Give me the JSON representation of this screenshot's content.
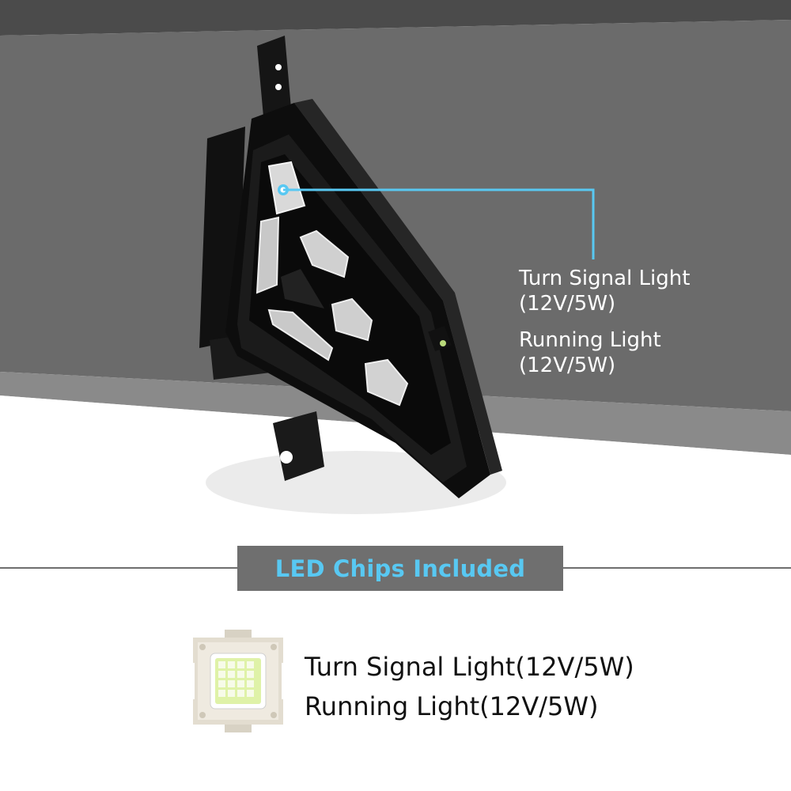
{
  "callout": {
    "line1": "Turn Signal Light",
    "line2": "(12V/5W)",
    "line3": "Running Light",
    "line4": "(12V/5W)"
  },
  "banner": {
    "title": "LED Chips Included"
  },
  "chips": {
    "line1": "Turn Signal Light(12V/5W)",
    "line2": "Running Light(12V/5W)"
  },
  "colors": {
    "accent": "#58c8f2",
    "banner_bg": "#6f6f6f",
    "bg_dark": "#3f3f3f",
    "bg_mid": "#6a6a6a"
  },
  "icons": {
    "chip": "led-chip-icon"
  }
}
